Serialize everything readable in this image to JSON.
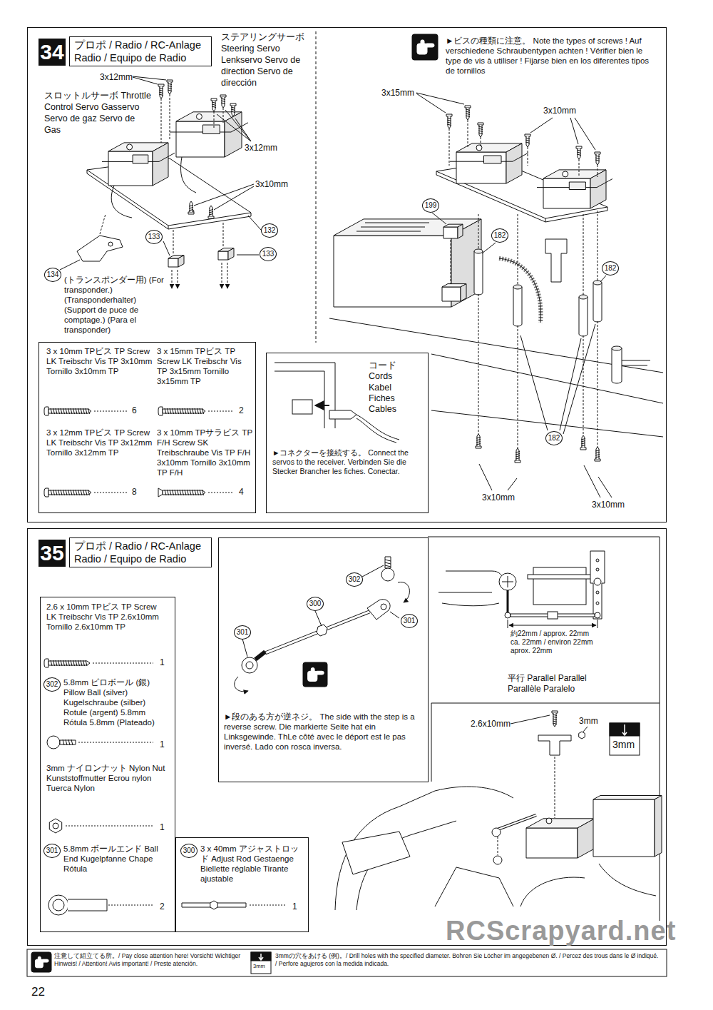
{
  "diagram": {
    "nodes": [
      {
        "text": [
          "プロポ / Radio / RC-Anlage Radio / Equipo de Radio"
        ]
      },
      {
        "text": [
          "34"
        ],
        "in": 0
      },
      {
        "text": [
          "3 x 10mm TPビス TP Screw LK Treibschr Vis TP 3x10mm Tornillo 3x10mm TP",
          "6",
          "3 x 15mm TPビス TP Screw LK Treibschr Vis TP 3x15mm Tornillo 3x15mm TP",
          "2",
          "3 x 12mm TPビス TP Screw LK Treibschr Vis TP 3x12mm Tornillo 3x12mm TP",
          "8",
          "3 x 10mm TPサラビス TP F/H Screw SK Treibschraube Vis TP F/H 3x10mm Tornillo 3x10mm TP F/H",
          "4"
        ],
        "in": 0
      },
      {
        "text": [
          "コード Cords Kabel Fiches Cables",
          "►コネクターを接続する。 Connect the servos to the receiver. Verbinden Sie die Stecker Brancher les fiches. Conectar."
        ],
        "in": 0
      },
      {
        "text": [
          "プロポ / Radio / RC-Anlage Radio / Equipo de Radio"
        ]
      },
      {
        "text": [
          "35"
        ],
        "in": 4
      },
      {
        "text": [
          "2.6 x 10mm TPビス TP Screw LK Treibschr Vis TP 2.6x10mm Tornillo 2.6x10mm TP",
          "1",
          "302",
          "5.8mm ピロボール (銀) Pillow Ball (silver) Kugelschraube (silber) Rotule (argent) 5.8mm Rótula 5.8mm (Plateado)",
          "1",
          "3mm ナイロンナット Nylon Nut Kunststoffmutter Ecrou nylon Tuerca Nylon",
          "1",
          "301",
          "5.8mm ボールエンド Ball End Kugelpfanne Chape Rótula",
          "2"
        ],
        "in": 4
      },
      {
        "text": [
          "300",
          "3 x 40mm アジャストロッド Adjust Rod Gestaenge Biellette réglable Tirante ajustable",
          "1"
        ],
        "in": 4
      },
      {
        "text": [
          "302",
          "300",
          "301",
          "301",
          "►段のある方が逆ネジ。 The side with the step is a reverse screw. Die markierte Seite hat ein Linksgewinde. ThLe côté avec le déport est le pas inversé. Lado con rosca inversa."
        ],
        "in": 4
      }
    ],
    "labels": [
      "3x12mm",
      "スロットルサーボ Throttle Control Servo Gasservo Servo de gaz Servo de Gas",
      "ステアリングサーボ Steering Servo Lenkservo Servo de direction Servo de dirección",
      "3x12mm",
      "3x10mm",
      "132",
      "133",
      "133",
      "134",
      "(トランスポンダー用) (For transponder.) (Transponderhalter) (Support de puce de comptage.) (Para el transponder)",
      "►ビスの種類に注意。 Note the types of screws ! Auf verschiedene Schraubentypen achten ! Vérifier bien le type de vis à utiliser ! Fijarse bien en los diferentes tipos de tornillos",
      "3x15mm",
      "3x10mm",
      "199",
      "182",
      "182",
      "182",
      "3x10mm",
      "3x10mm",
      "約22mm / approx. 22mm ca. 22mm / environ 22mm aprox. 22mm",
      "平行 Parallel Parallel Parallèle Paralelo",
      "2.6x10mm",
      "3mm",
      "3mm",
      "3mm",
      "22",
      "RCScrapyard.net"
    ],
    "legend": [
      {
        "text": "注意して組立てる所。/ Pay close attention here! Vorsicht! Wichtiger Hinweis! / Attention! Avis important! / Preste atención."
      },
      {
        "text": "3mmの穴をあける (例)。/ Drill holes with the specified diameter. Bohren Sie Löcher im angegebenen Ø. / Percez des trous dans le Ø indiqué. / Perfore agujeros con la medida indicada."
      }
    ]
  }
}
